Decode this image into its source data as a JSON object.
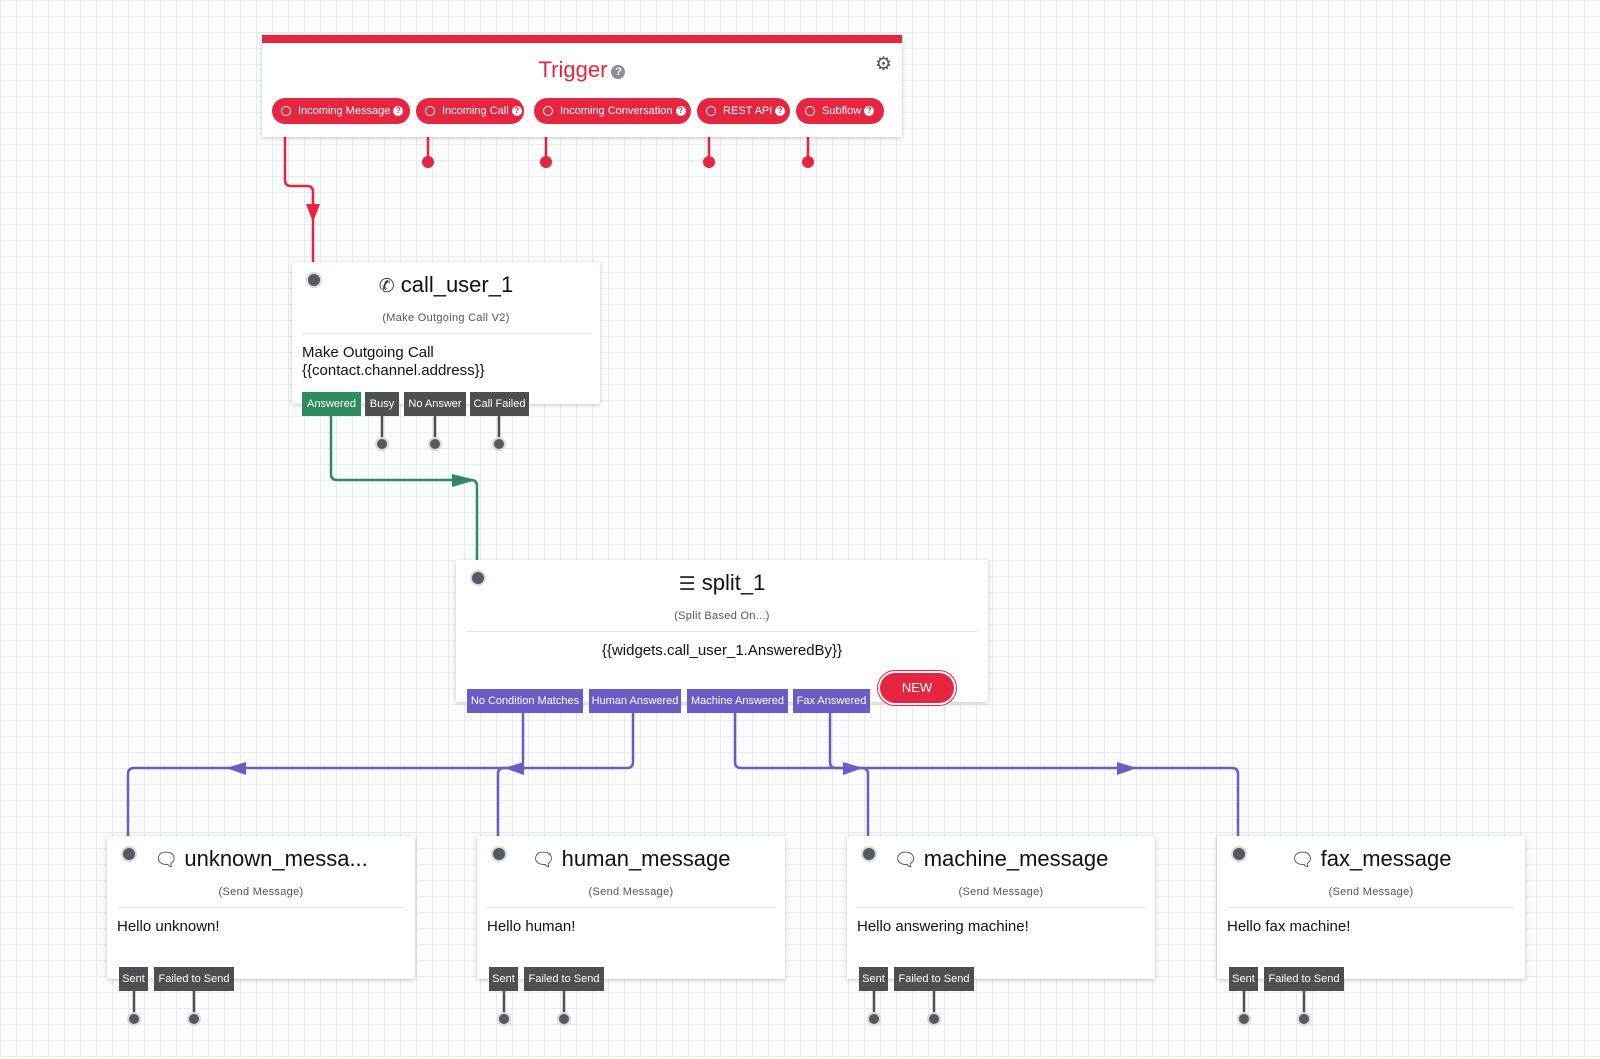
{
  "colors": {
    "trigger": "#e8253f",
    "gray_transition": "#4e4f52",
    "green_transition": "#2e8b5e",
    "purple_transition": "#6c5bc5"
  },
  "trigger": {
    "title": "Trigger",
    "settings_icon": "gear-icon",
    "pills": [
      "Incoming Message",
      "Incoming Call",
      "Incoming Conversation",
      "REST API",
      "Subflow"
    ]
  },
  "call_user": {
    "title": "call_user_1",
    "icon": "phone-icon",
    "type": "(Make Outgoing Call V2)",
    "body_line1": "Make Outgoing Call",
    "body_line2": "{{contact.channel.address}}",
    "transitions": [
      "Answered",
      "Busy",
      "No Answer",
      "Call Failed"
    ]
  },
  "split": {
    "title": "split_1",
    "icon": "split-icon",
    "type": "(Split Based On...)",
    "body": "{{widgets.call_user_1.AnsweredBy}}",
    "transitions": [
      "No Condition Matches",
      "Human Answered",
      "Machine Answered",
      "Fax Answered"
    ],
    "new_label": "NEW"
  },
  "messages": [
    {
      "title": "unknown_messa...",
      "type": "(Send Message)",
      "body": "Hello unknown!",
      "transitions": [
        "Sent",
        "Failed to Send"
      ]
    },
    {
      "title": "human_message",
      "type": "(Send Message)",
      "body": "Hello human!",
      "transitions": [
        "Sent",
        "Failed to Send"
      ]
    },
    {
      "title": "machine_message",
      "type": "(Send Message)",
      "body": "Hello answering machine!",
      "transitions": [
        "Sent",
        "Failed to Send"
      ]
    },
    {
      "title": "fax_message",
      "type": "(Send Message)",
      "body": "Hello fax machine!",
      "transitions": [
        "Sent",
        "Failed to Send"
      ]
    }
  ],
  "message_icon": "chat-bubble-icon"
}
